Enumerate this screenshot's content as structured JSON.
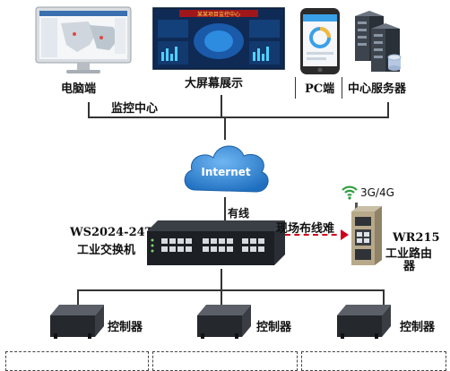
{
  "devices": {
    "pc_label": "电脑端",
    "bigscreen_label": "大屏幕展示",
    "bigscreen_banner": "某某项目监控中心",
    "mobile_label": "PC端",
    "server_label": "中心服务器"
  },
  "monitor_center_label": "监控中心",
  "cloud": {
    "label": "Internet"
  },
  "wired_label": "有线",
  "site_wiring_label": "现场布线难",
  "switch": {
    "model": "WS2024-24T",
    "name": "工业交换机"
  },
  "wireless": {
    "label": "3G/4G"
  },
  "router": {
    "model": "WR215",
    "name_line1": "工业路由",
    "name_line2": "器"
  },
  "controllers": [
    {
      "label": "控制器"
    },
    {
      "label": "控制器"
    },
    {
      "label": "控制器"
    }
  ],
  "colors": {
    "cloud_blue": "#2e86d6",
    "dashed_red": "#d0021b",
    "line": "#333333"
  }
}
